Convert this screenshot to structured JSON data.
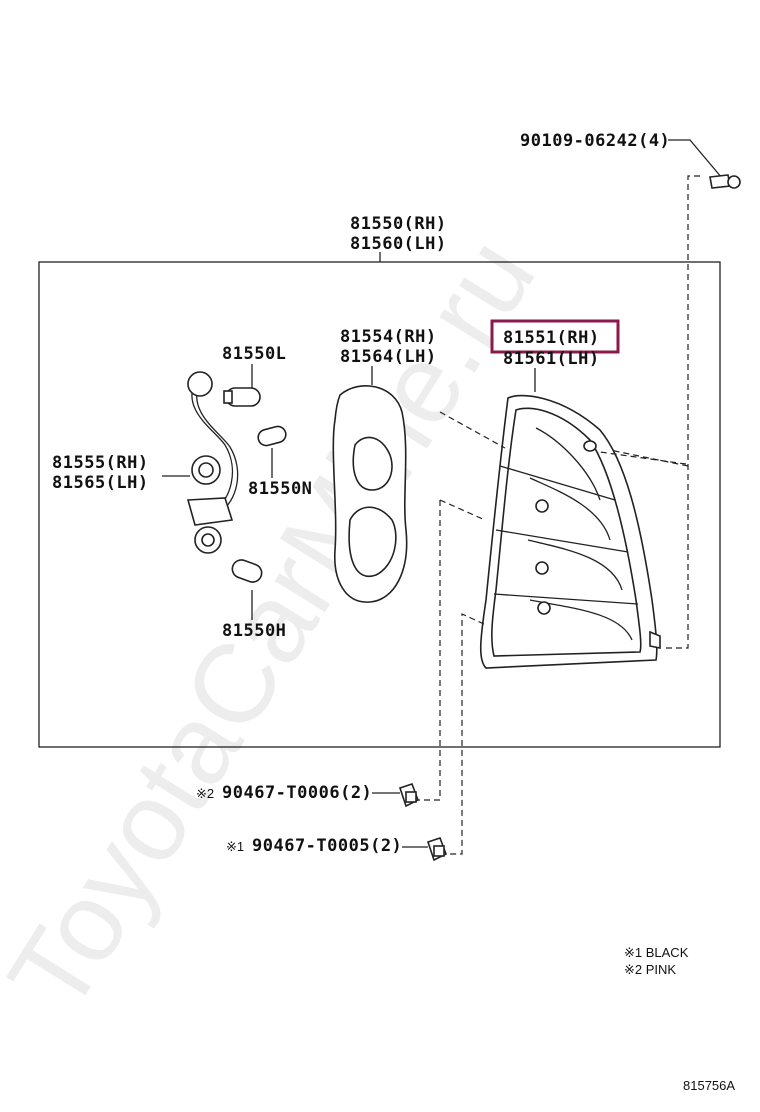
{
  "callouts": {
    "screw": "90109-06242(4)",
    "assembly_rh": "81550(RH)",
    "assembly_lh": "81560(LH)",
    "bulb_l": "81550L",
    "bulb_n": "81550N",
    "bulb_h": "81550H",
    "socket_rh": "81555(RH)",
    "socket_lh": "81565(LH)",
    "gasket_rh": "81554(RH)",
    "gasket_lh": "81564(LH)",
    "lens_rh": "81551(RH)",
    "lens_lh": "81561(LH)",
    "clip_pink_mark": "※2",
    "clip_pink": "90467-T0006(2)",
    "clip_black_mark": "※1",
    "clip_black": "90467-T0005(2)"
  },
  "legend": {
    "black": "※1 BLACK",
    "pink": "※2 PINK"
  },
  "diagram_id": "815756A",
  "watermark": "ToyotaCarMine.ru",
  "highlight_color": "#8b1a4b"
}
